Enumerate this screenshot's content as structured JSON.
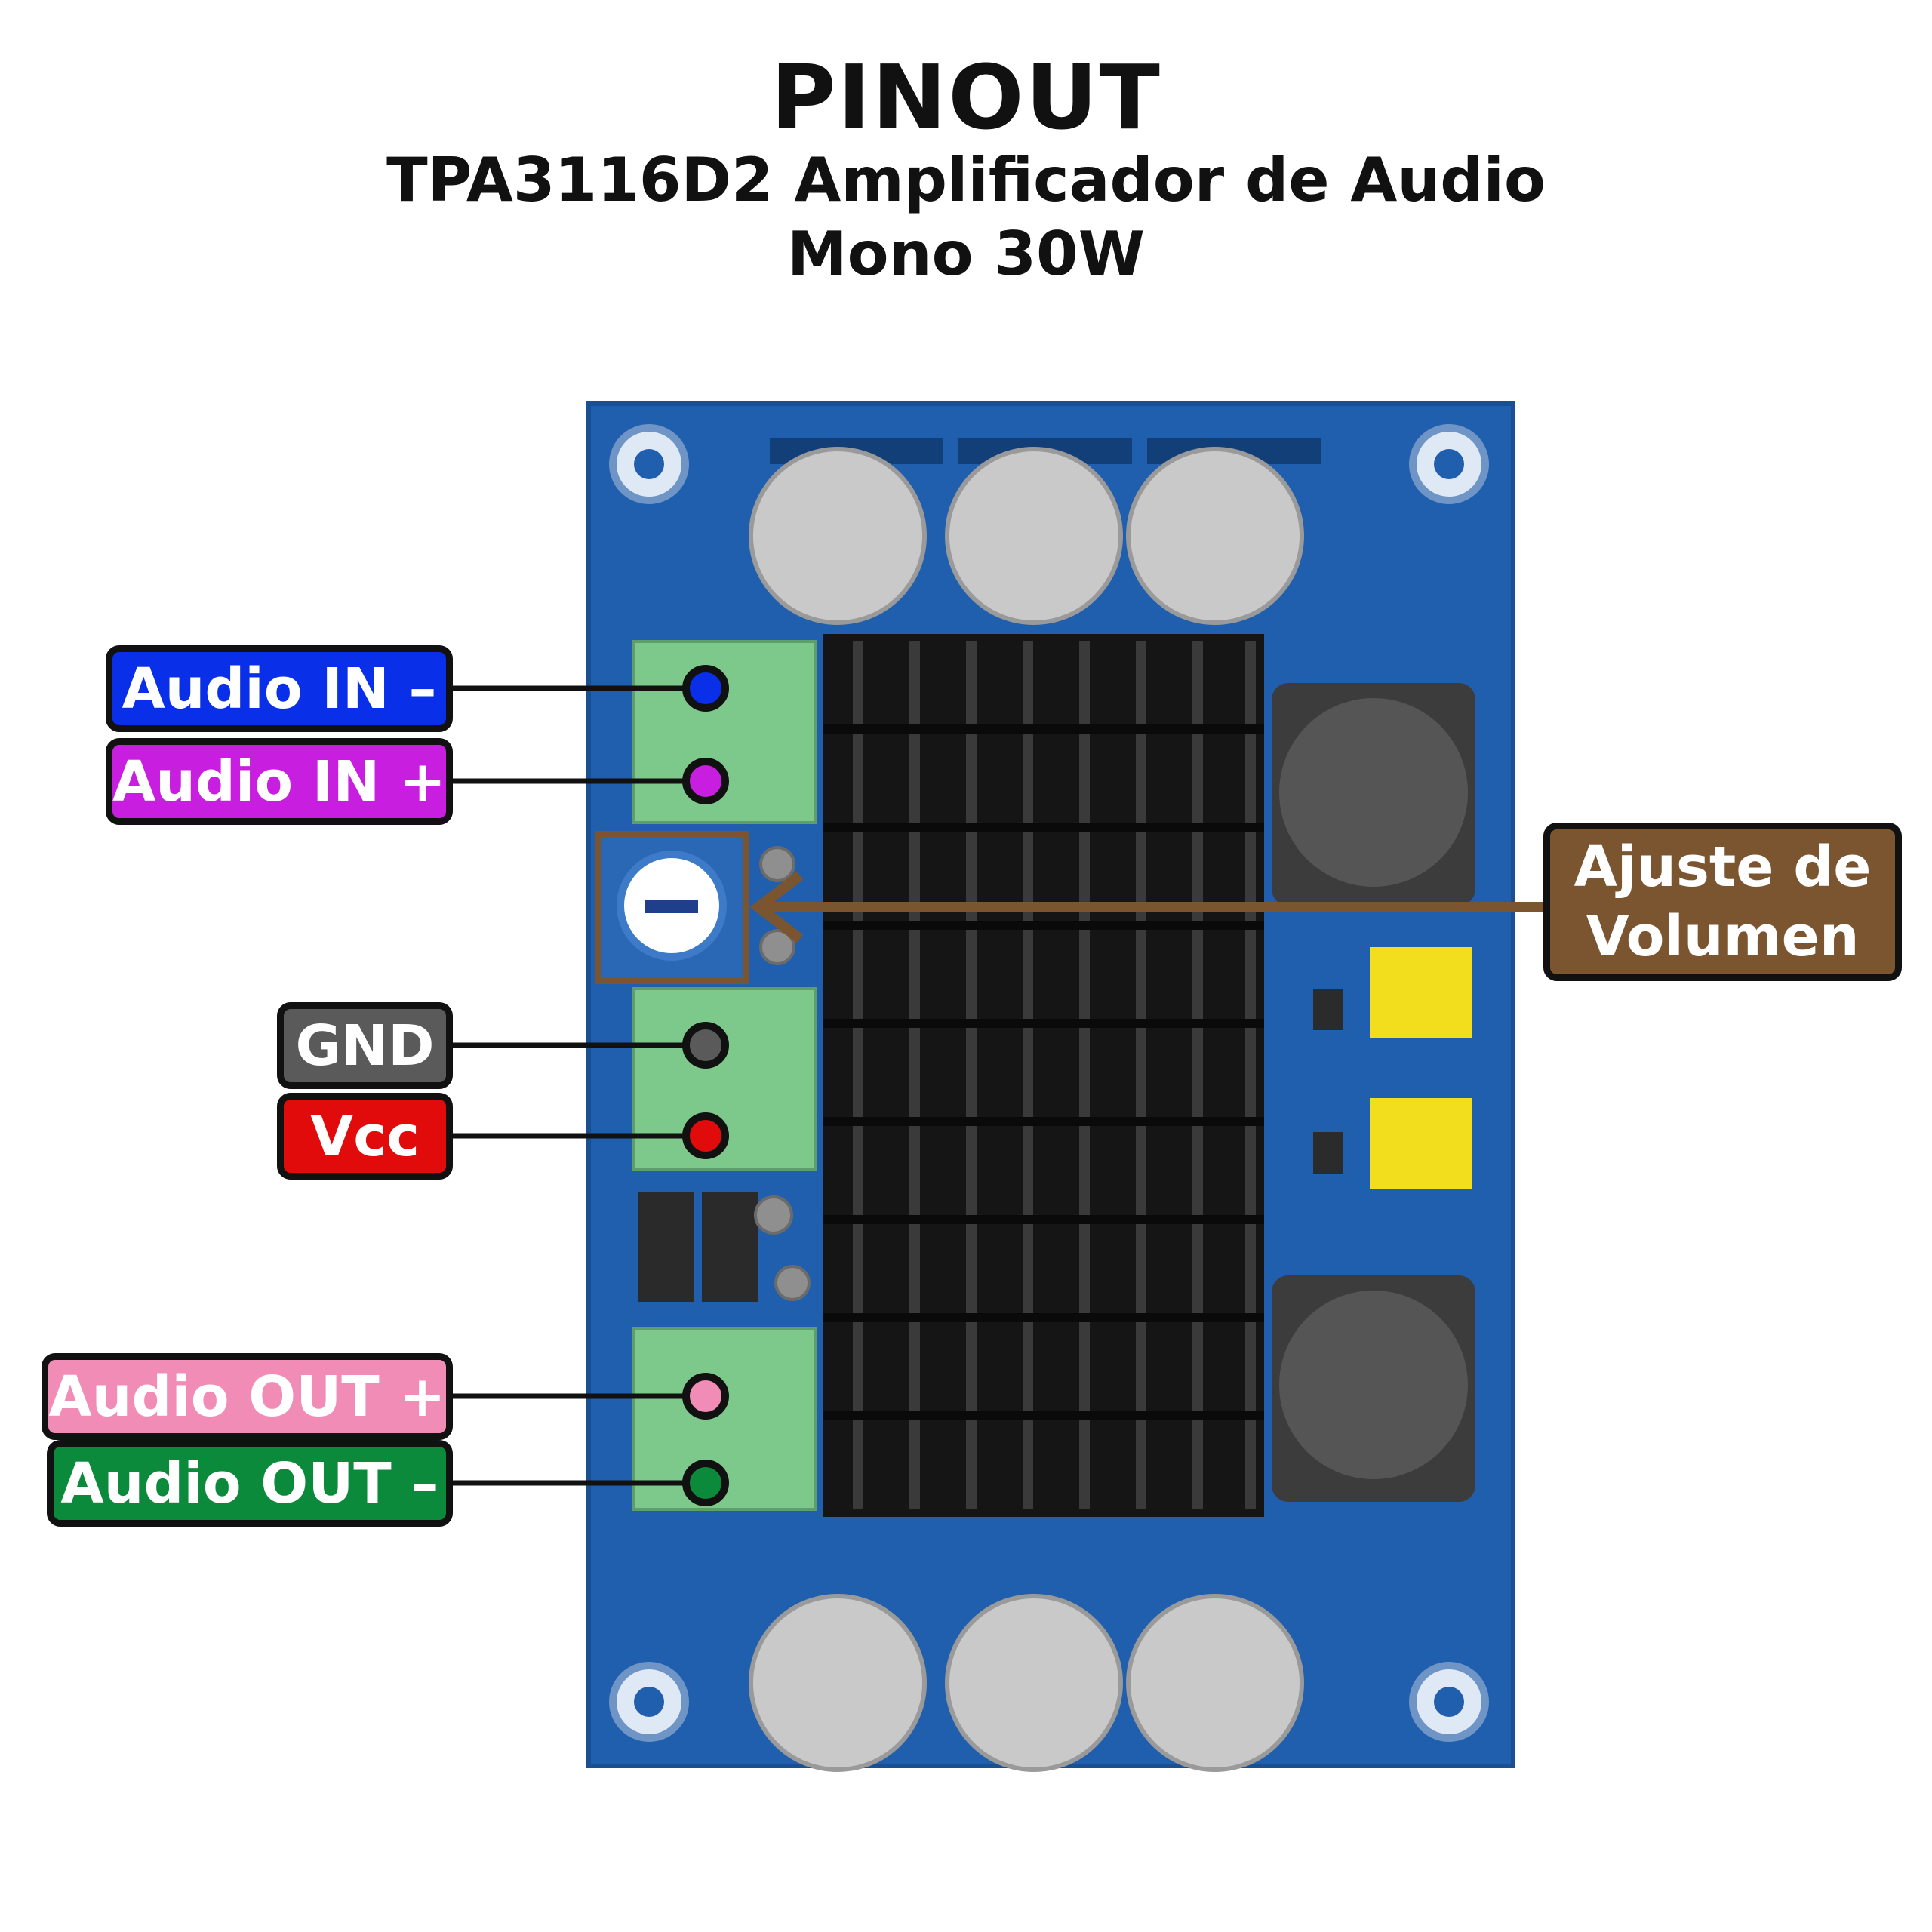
{
  "header": {
    "title": "PINOUT",
    "subtitle_line1": "TPA3116D2 Amplificador de Audio",
    "subtitle_line2": "Mono 30W"
  },
  "colors": {
    "pcb": "#1f5fae",
    "terminal": "#7dc88b",
    "heatsink": "#151515",
    "audio_in_minus": "#0a2fe8",
    "audio_in_plus": "#c71ee0",
    "gnd": "#5a5a5a",
    "vcc": "#e10b0b",
    "audio_out_plus": "#f08cb6",
    "audio_out_minus": "#0a8a3a",
    "volume": "#7b5530"
  },
  "pins": {
    "audio_in_minus": "Audio IN –",
    "audio_in_plus": "Audio IN +",
    "gnd": "GND",
    "vcc": "Vcc",
    "audio_out_plus": "Audio OUT +",
    "audio_out_minus": "Audio OUT –"
  },
  "volume": {
    "line1": "Ajuste de",
    "line2": "Volumen"
  }
}
